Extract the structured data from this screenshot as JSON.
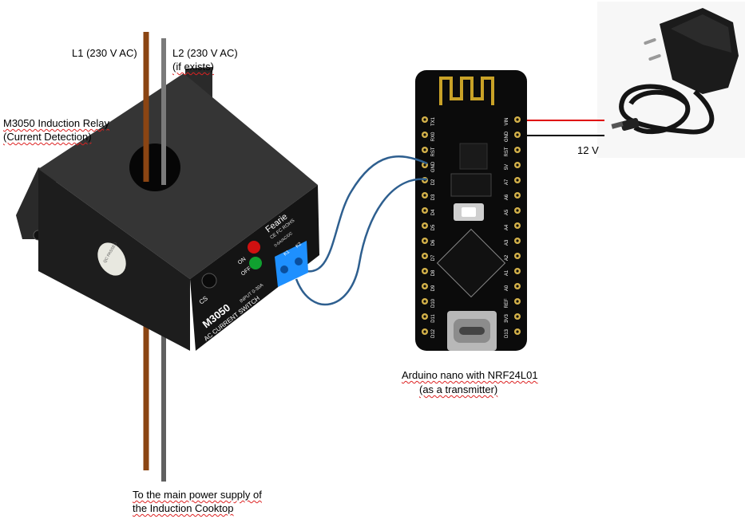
{
  "labels": {
    "l1": "L1 (230 V  AC)",
    "l2_line1": "L2 (230 V  AC)",
    "l2_line2": "(if exists)",
    "relay_line1": "M3050 Induction Relay",
    "relay_line2": "(Current Detection)",
    "voltage": "12 V",
    "arduino_line1": "Arduino nano with NRF24L01",
    "arduino_line2": "(as a transmitter)",
    "supply_line1": "To the main power supply of",
    "supply_line2": "the Induction Cooktop"
  },
  "relay_markings": {
    "brand": "Fearie",
    "cert": "CE FC ROHS",
    "rating": "0-5A/AC/DC",
    "model": "M3050",
    "input": "INPUT 0-30A",
    "type": "AC CURRENT SWITCH",
    "on": "ON",
    "off": "OFF",
    "k1": "K1",
    "k2": "K2",
    "cs": "CS",
    "seal": "QC PASSED"
  },
  "board_pins_left": [
    "TX1",
    "RX0",
    "RST",
    "GND",
    "D2",
    "D3",
    "D4",
    "D5",
    "D6",
    "D7",
    "D8",
    "D9",
    "D10",
    "D11",
    "D12"
  ],
  "board_pins_right": [
    "VIN",
    "GND",
    "RST",
    "5V",
    "A7",
    "A6",
    "A5",
    "A4",
    "A3",
    "A2",
    "A1",
    "A0",
    "REF",
    "3V3",
    "D13"
  ],
  "colors": {
    "wire_l1": "#8B4513",
    "wire_l2": "#707070",
    "wire_signal": "#2e5f8f",
    "wire_positive": "#e00000",
    "wire_negative": "#000000",
    "relay_body": "#1c1c1c",
    "terminal": "#1e90ff",
    "pcb": "#0b0b0b"
  }
}
